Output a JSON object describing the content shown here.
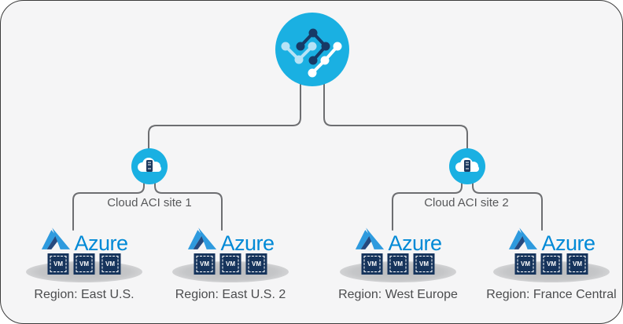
{
  "diagram": {
    "orchestrator": {
      "icon": "network-graph-icon"
    },
    "sites": [
      {
        "label": "Cloud ACI site 1",
        "icon": "cloud-router-icon"
      },
      {
        "label": "Cloud ACI site 2",
        "icon": "cloud-router-icon"
      }
    ],
    "provider_label": "Azure",
    "vm_label": "VM",
    "regions": [
      {
        "label": "Region: East U.S."
      },
      {
        "label": "Region: East U.S. 2"
      },
      {
        "label": "Region: West Europe"
      },
      {
        "label": "Region: France Central"
      }
    ],
    "colors": {
      "node_cyan": "#1ab0e2",
      "connector_gray": "#6d6e71",
      "azure_blue": "#0089d6",
      "azure_icon_light": "#2e9ade",
      "azure_icon_dark": "#26497e",
      "vm_navy": "#16345c",
      "label_gray": "#57585a",
      "background": "#f5f5f6"
    }
  }
}
